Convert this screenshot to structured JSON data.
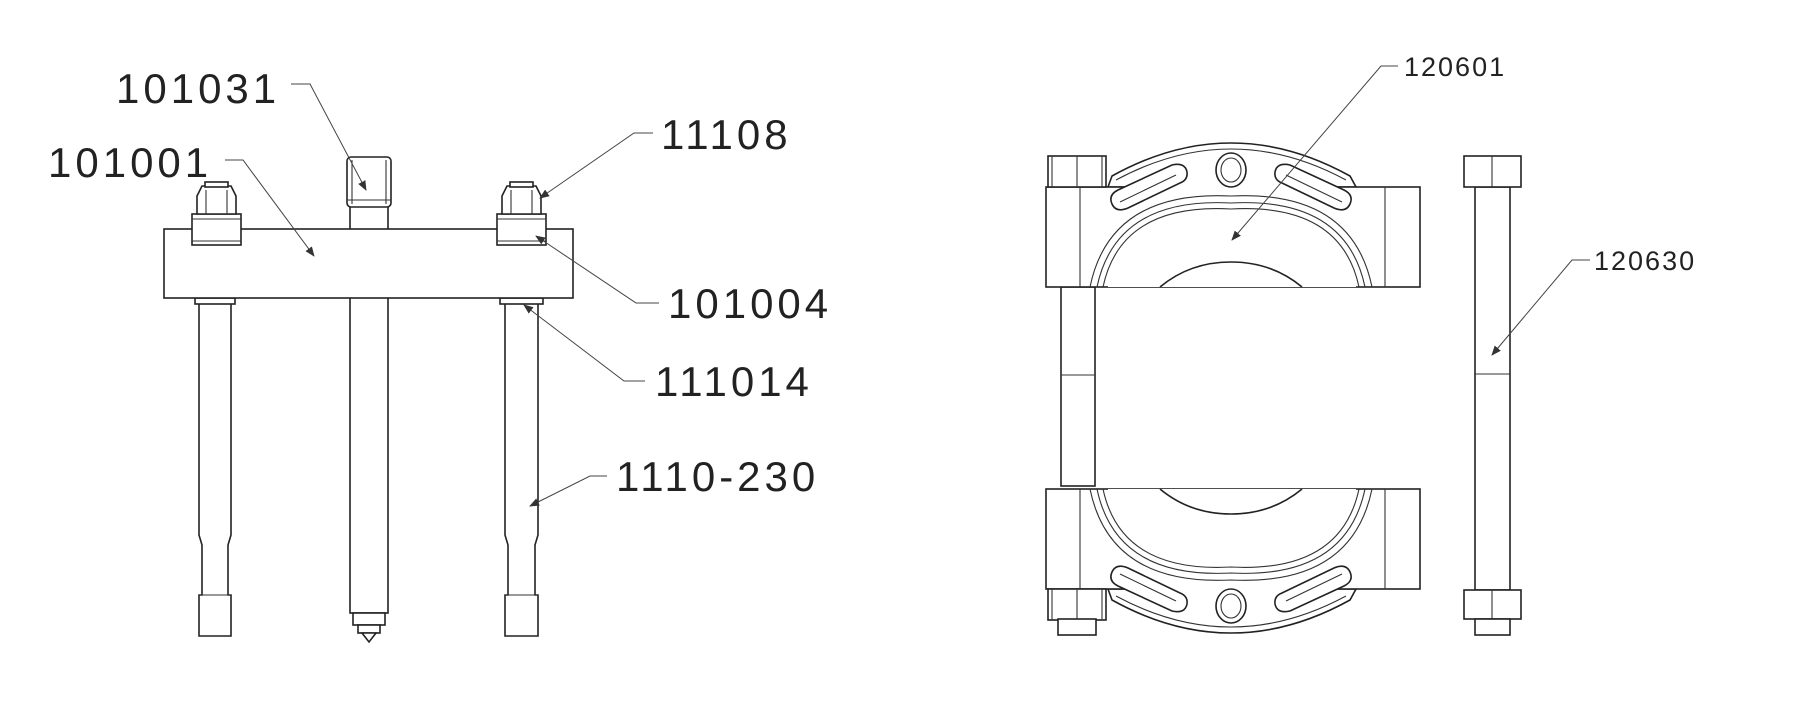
{
  "drawing": {
    "left_view": {
      "labels": {
        "adjusting_screw": "101031",
        "crossbar": "101001",
        "nut": "11108",
        "washer": "101004",
        "spacer": "111014",
        "leg_rod": "1110-230"
      }
    },
    "right_view": {
      "labels": {
        "separator_half": "120601",
        "bolt": "120630"
      }
    },
    "line_color": "#222222",
    "background": "#ffffff"
  }
}
